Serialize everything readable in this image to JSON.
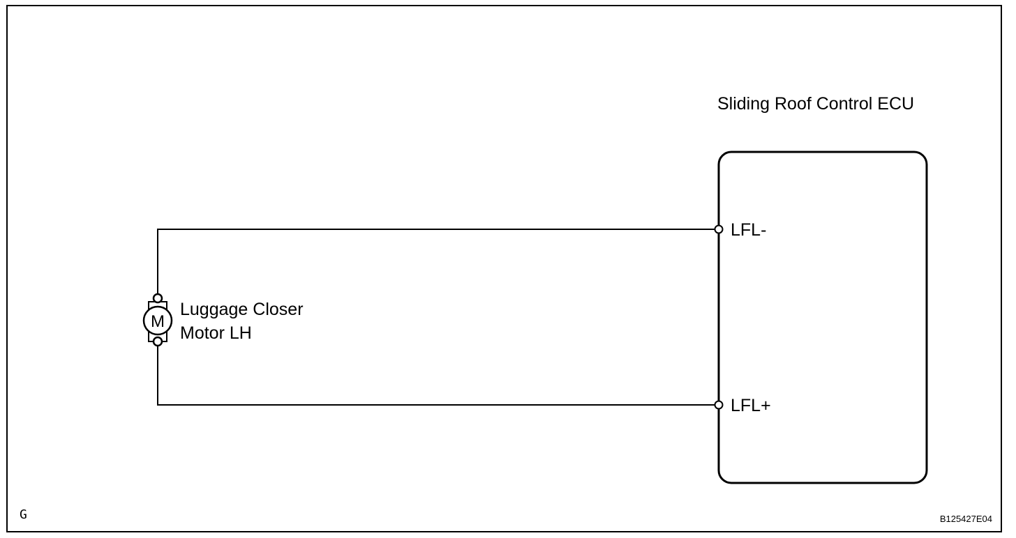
{
  "diagram": {
    "ecu_label": "Sliding Roof Control ECU",
    "motor_label_line1": "Luggage Closer",
    "motor_label_line2": "Motor LH",
    "motor_symbol": "M",
    "terminal_top": "LFL-",
    "terminal_bottom": "LFL+",
    "corner_mark": "G",
    "figure_code": "B125427E04"
  },
  "colors": {
    "line": "#000000",
    "background": "#ffffff"
  }
}
